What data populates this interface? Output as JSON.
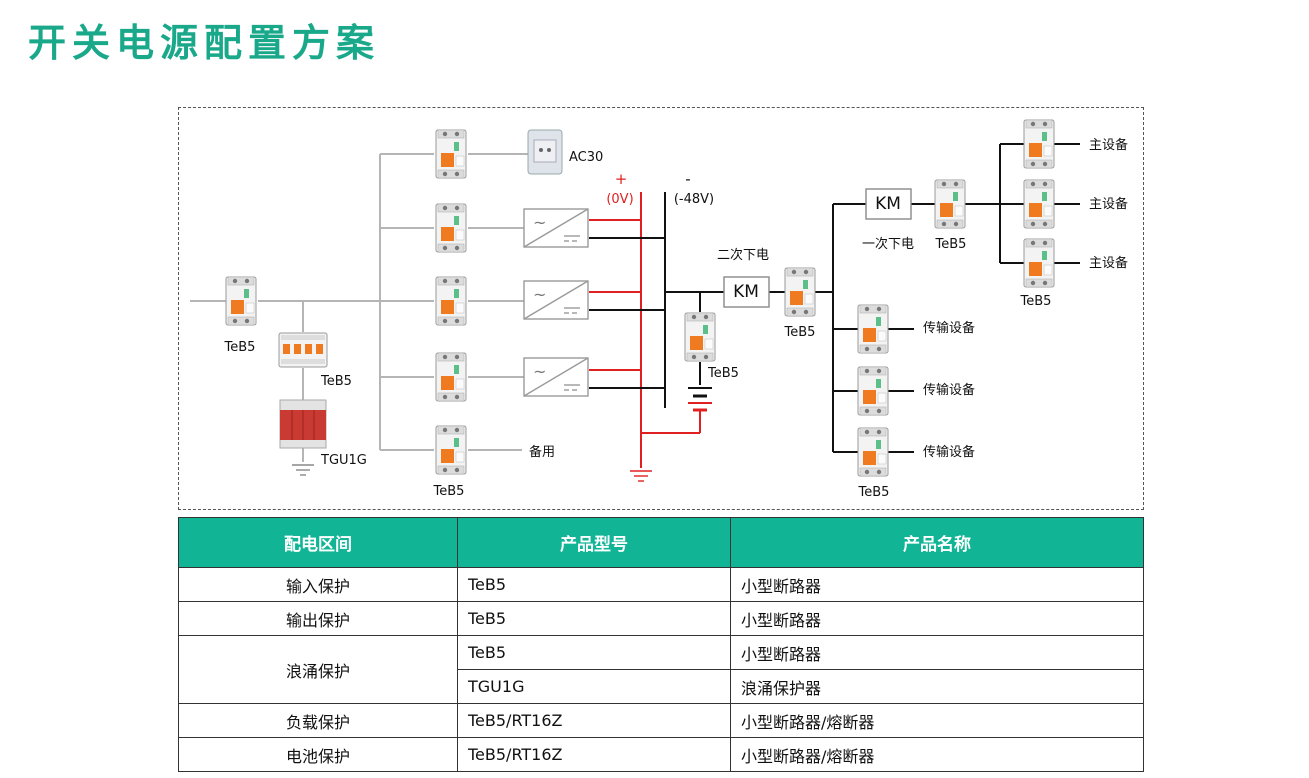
{
  "title": "开关电源配置方案",
  "diagram": {
    "labels": {
      "ac30": "AC30",
      "plus": "+",
      "plus_voltage": "(0V)",
      "minus": "-",
      "minus_voltage": "(-48V)",
      "secondary_power_down": "二次下电",
      "primary_power_down": "一次下电",
      "km": "KM",
      "teb5": "TeB5",
      "tgu1g": "TGU1G",
      "spare": "备用",
      "main_equipment": "主设备",
      "transmission_equipment": "传输设备"
    }
  },
  "table": {
    "headers": [
      "配电区间",
      "产品型号",
      "产品名称"
    ],
    "rows": [
      {
        "zone": "输入保护",
        "model": "TeB5",
        "name": "小型断路器"
      },
      {
        "zone": "输出保护",
        "model": "TeB5",
        "name": "小型断路器"
      },
      {
        "zone": "浪涌保护",
        "model": "TeB5",
        "name": "小型断路器"
      },
      {
        "zone": "",
        "model": "TGU1G",
        "name": "浪涌保护器"
      },
      {
        "zone": "负载保护",
        "model": "TeB5/RT16Z",
        "name": "小型断路器/熔断器"
      },
      {
        "zone": "电池保护",
        "model": "TeB5/RT16Z",
        "name": "小型断路器/熔断器"
      }
    ]
  }
}
